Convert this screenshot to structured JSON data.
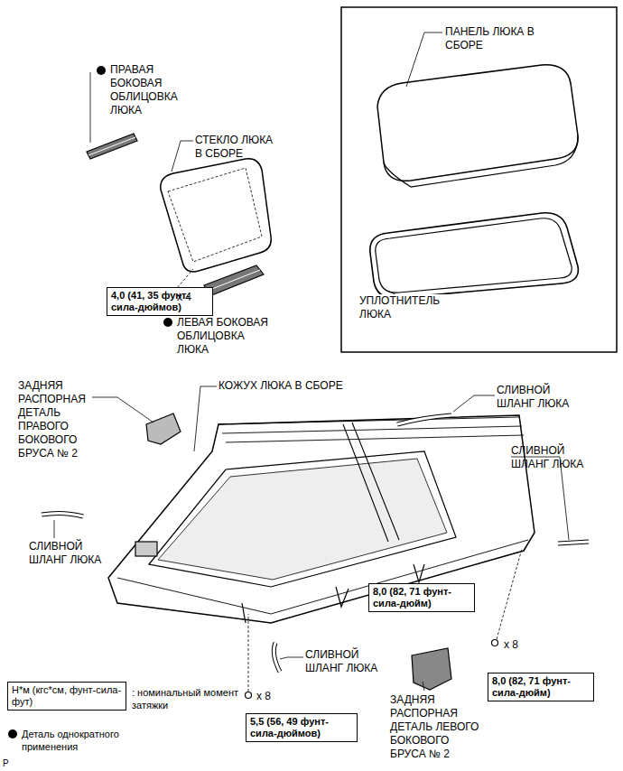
{
  "diagram": {
    "nodes": [
      {
        "text": [
          "ПАНЕЛЬ ЛЮКА В СБОРЕ",
          "УПЛОТНИТЕЛЬ ЛЮКА"
        ]
      },
      {
        "text": [
          "4,0 (41, 35 фунт-сила-дюймов)"
        ]
      },
      {
        "text": [
          "8,0 (82, 71 фунт-сила-дюйм)"
        ]
      },
      {
        "text": [
          "8,0 (82, 71 фунт-сила-дюйм)"
        ]
      },
      {
        "text": [
          "5,5 (56, 49 фунт-сила-дюймов)"
        ]
      },
      {
        "text": [
          "Н*м (кгс*см, фунт-сила-фут)"
        ]
      }
    ],
    "edges": [],
    "labels": [
      "ПРАВАЯ БОКОВАЯ ОБЛИЦОВКА ЛЮКА",
      "СТЕКЛО ЛЮКА В СБОРЕ",
      "x 4",
      "ЛЕВАЯ БОКОВАЯ ОБЛИЦОВКА ЛЮКА",
      "ЗАДНЯЯ РАСПОРНАЯ ДЕТАЛЬ ПРАВОГО БОКОВОГО БРУСА № 2",
      "КОЖУХ ЛЮКА В СБОРЕ",
      "СЛИВНОЙ ШЛАНГ ЛЮКА",
      "СЛИВНОЙ ШЛАНГ ЛЮКА",
      "СЛИВНОЙ ШЛАНГ ЛЮКА",
      "x 8",
      "СЛИВНОЙ ШЛАНГ ЛЮКА",
      "x 8",
      "ЗАДНЯЯ РАСПОРНАЯ ДЕТАЛЬ ЛЕВОГО БОКОВОГО БРУСА № 2",
      "P"
    ],
    "legend": [
      {
        "text": ": номинальный момент затяжки"
      },
      {
        "text": "Деталь однократного применения"
      }
    ]
  }
}
